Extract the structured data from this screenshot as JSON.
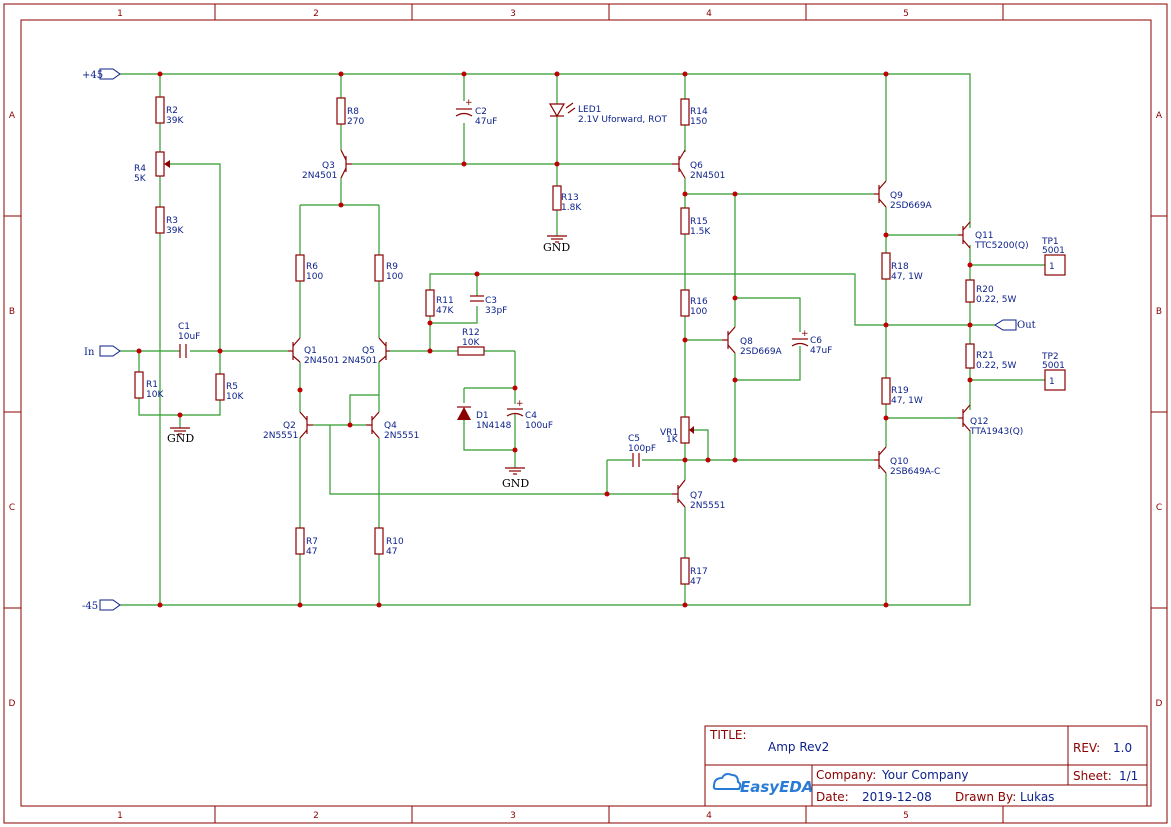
{
  "frame": {
    "columns": [
      "1",
      "2",
      "3",
      "4",
      "5"
    ],
    "rows": [
      "A",
      "B",
      "C",
      "D"
    ]
  },
  "ports": {
    "vpos": "+45",
    "vneg": "-45",
    "input": "In",
    "output": "Out"
  },
  "gnd_label": "GND",
  "components": {
    "R2": {
      "ref": "R2",
      "val": "39K"
    },
    "R4": {
      "ref": "R4",
      "val": "5K"
    },
    "R3": {
      "ref": "R3",
      "val": "39K"
    },
    "R1": {
      "ref": "R1",
      "val": "10K"
    },
    "R5": {
      "ref": "R5",
      "val": "10K"
    },
    "C1": {
      "ref": "C1",
      "val": "10uF"
    },
    "R8": {
      "ref": "R8",
      "val": "270"
    },
    "Q3": {
      "ref": "Q3",
      "val": "2N4501"
    },
    "R6": {
      "ref": "R6",
      "val": "100"
    },
    "R9": {
      "ref": "R9",
      "val": "100"
    },
    "Q1": {
      "ref": "Q1",
      "val": "2N4501"
    },
    "Q5": {
      "ref": "Q5",
      "val": "2N4501"
    },
    "Q2": {
      "ref": "Q2",
      "val": "2N5551"
    },
    "Q4": {
      "ref": "Q4",
      "val": "2N5551"
    },
    "R7": {
      "ref": "R7",
      "val": "47"
    },
    "R10": {
      "ref": "R10",
      "val": "47"
    },
    "C2": {
      "ref": "C2",
      "val": "47uF"
    },
    "LED1": {
      "ref": "LED1",
      "val": "2.1V Uforward, ROT"
    },
    "R13": {
      "ref": "R13",
      "val": "1.8K"
    },
    "R11": {
      "ref": "R11",
      "val": "47K"
    },
    "C3": {
      "ref": "C3",
      "val": "33pF"
    },
    "R12": {
      "ref": "R12",
      "val": "10K"
    },
    "D1": {
      "ref": "D1",
      "val": "1N4148"
    },
    "C4": {
      "ref": "C4",
      "val": "100uF"
    },
    "R14": {
      "ref": "R14",
      "val": "150"
    },
    "Q6": {
      "ref": "Q6",
      "val": "2N4501"
    },
    "R15": {
      "ref": "R15",
      "val": "1.5K"
    },
    "R16": {
      "ref": "R16",
      "val": "100"
    },
    "Q8": {
      "ref": "Q8",
      "val": "2SD669A"
    },
    "C6": {
      "ref": "C6",
      "val": "47uF"
    },
    "VR1": {
      "ref": "VR1",
      "val": "1K"
    },
    "C5": {
      "ref": "C5",
      "val": "100pF"
    },
    "Q7": {
      "ref": "Q7",
      "val": "2N5551"
    },
    "R17": {
      "ref": "R17",
      "val": "47"
    },
    "Q9": {
      "ref": "Q9",
      "val": "2SD669A"
    },
    "R18": {
      "ref": "R18",
      "val": "47, 1W"
    },
    "R19": {
      "ref": "R19",
      "val": "47, 1W"
    },
    "Q10": {
      "ref": "Q10",
      "val": "2SB649A-C"
    },
    "Q11": {
      "ref": "Q11",
      "val": "TTC5200(Q)"
    },
    "Q12": {
      "ref": "Q12",
      "val": "TTA1943(Q)"
    },
    "R20": {
      "ref": "R20",
      "val": "0.22, 5W"
    },
    "R21": {
      "ref": "R21",
      "val": "0.22, 5W"
    },
    "TP1": {
      "ref": "TP1",
      "val": "5001",
      "pin": "1"
    },
    "TP2": {
      "ref": "TP2",
      "val": "5001",
      "pin": "1"
    }
  },
  "titleblock": {
    "title_label": "TITLE:",
    "title": "Amp Rev2",
    "rev_label": "REV:",
    "rev": "1.0",
    "company_label": "Company:",
    "company": "Your Company",
    "sheet_label": "Sheet:",
    "sheet": "1/1",
    "date_label": "Date:",
    "date": "2019-12-08",
    "drawn_label": "Drawn By:",
    "drawn": "Lukas",
    "logo": "EasyEDA"
  }
}
